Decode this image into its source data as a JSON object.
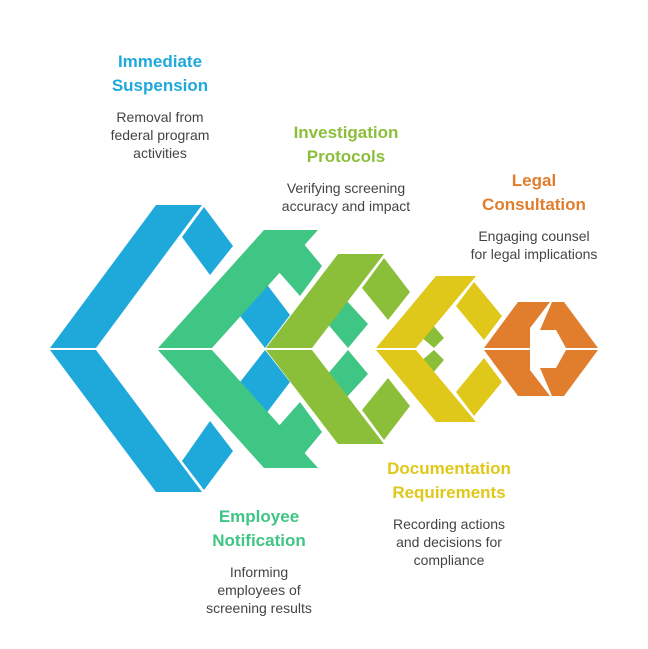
{
  "colors": {
    "blue": "#1fa9db",
    "green": "#3fc584",
    "olive": "#8bbf3a",
    "yellow": "#e0c81a",
    "orange": "#e07e2e",
    "description_text": "#444444"
  },
  "steps": [
    {
      "key": "immediate_suspension",
      "color": "#1fa9db",
      "title": [
        "Immediate",
        "Suspension"
      ],
      "description": [
        "Removal from",
        "federal program",
        "activities"
      ]
    },
    {
      "key": "employee_notification",
      "color": "#3fc584",
      "title": [
        "Employee",
        "Notification"
      ],
      "description": [
        "Informing",
        "employees of",
        "screening results"
      ]
    },
    {
      "key": "investigation_protocols",
      "color": "#8bbf3a",
      "title": [
        "Investigation",
        "Protocols"
      ],
      "description": [
        "Verifying screening",
        "accuracy and impact"
      ]
    },
    {
      "key": "documentation_requirements",
      "color": "#e0c81a",
      "title": [
        "Documentation",
        "Requirements"
      ],
      "description": [
        "Recording actions",
        "and decisions for",
        "compliance"
      ]
    },
    {
      "key": "legal_consultation",
      "color": "#e07e2e",
      "title": [
        "Legal",
        "Consultation"
      ],
      "description": [
        "Engaging counsel",
        "for legal implications"
      ]
    }
  ]
}
